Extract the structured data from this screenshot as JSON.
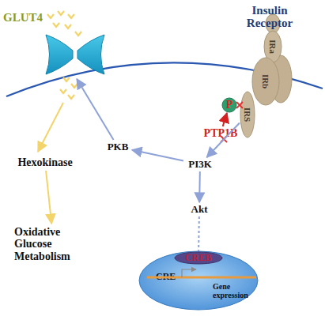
{
  "diagram": {
    "nodes": [
      {
        "text": [
          "GLUT4"
        ]
      },
      {
        "text": [
          "IRa"
        ]
      },
      {
        "text": [
          "IRb"
        ]
      },
      {
        "text": [
          "IRS"
        ]
      },
      {
        "text": [
          "P"
        ]
      },
      {
        "text": [
          "PTP1B"
        ]
      },
      {
        "text": [
          "PKB"
        ]
      },
      {
        "text": [
          "PI3K"
        ]
      },
      {
        "text": [
          "Hexokinase"
        ]
      },
      {
        "text": [
          "Akt"
        ]
      },
      {
        "text": [
          "Oxidative Glucose Metabolism"
        ]
      },
      {
        "text": [
          "CRE",
          "Gene expression"
        ]
      },
      {
        "text": [
          "CREB"
        ],
        "in": 11
      }
    ],
    "edges": [
      {
        "from": 3,
        "to": 7,
        "arrow": "to"
      },
      {
        "from": 5,
        "to": 4,
        "arrow": "to"
      },
      {
        "from": 7,
        "to": 6,
        "arrow": "to"
      },
      {
        "from": 6,
        "to": 0,
        "arrow": "to"
      },
      {
        "from": 7,
        "to": 9,
        "arrow": "to"
      },
      {
        "from": 9,
        "to": 12,
        "arrow": "none"
      },
      {
        "from": 8,
        "to": 10,
        "arrow": "to"
      }
    ],
    "labels": [
      "Insulin Receptor"
    ]
  }
}
